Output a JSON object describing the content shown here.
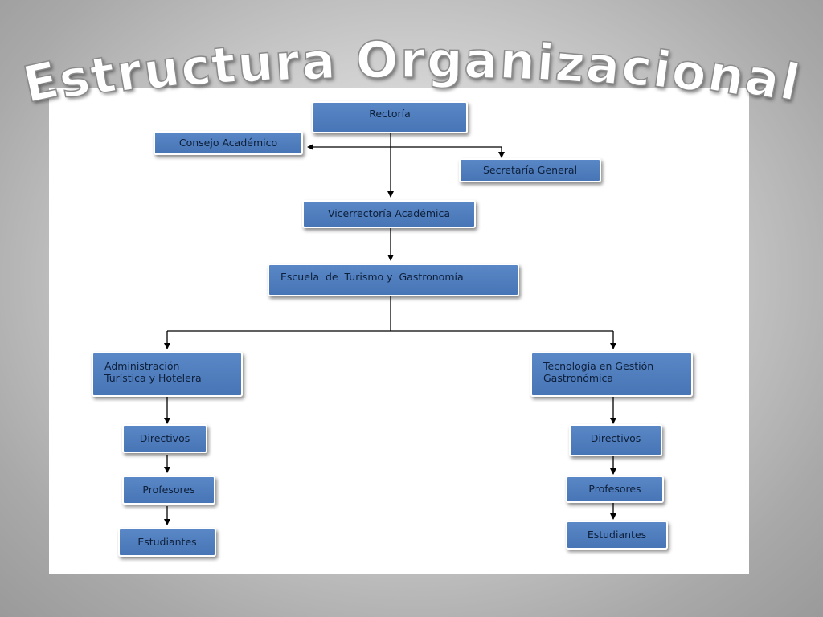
{
  "slide": {
    "title": "Estructura Organizacional"
  },
  "chart": {
    "rectoria": "Rectoría",
    "consejo": "Consejo Académico",
    "secretaria": "Secretaría General",
    "vicerrectoria": "Vicerrectoría Académica",
    "escuela": "Escuela  de  Turismo y  Gastronomía",
    "admin": {
      "line1": "Administración",
      "line2": "Turística  y Hotelera",
      "directivos": "Directivos",
      "profesores": "Profesores",
      "estudiantes": "Estudiantes"
    },
    "tecno": {
      "line1": "Tecnología en Gestión",
      "line2": "Gastronómica",
      "directivos": "Directivos",
      "profesores": "Profesores",
      "estudiantes": "Estudiantes"
    },
    "colors": {
      "box": "#4f7fbf",
      "text": "#0d1f3a",
      "line": "#000000"
    }
  }
}
